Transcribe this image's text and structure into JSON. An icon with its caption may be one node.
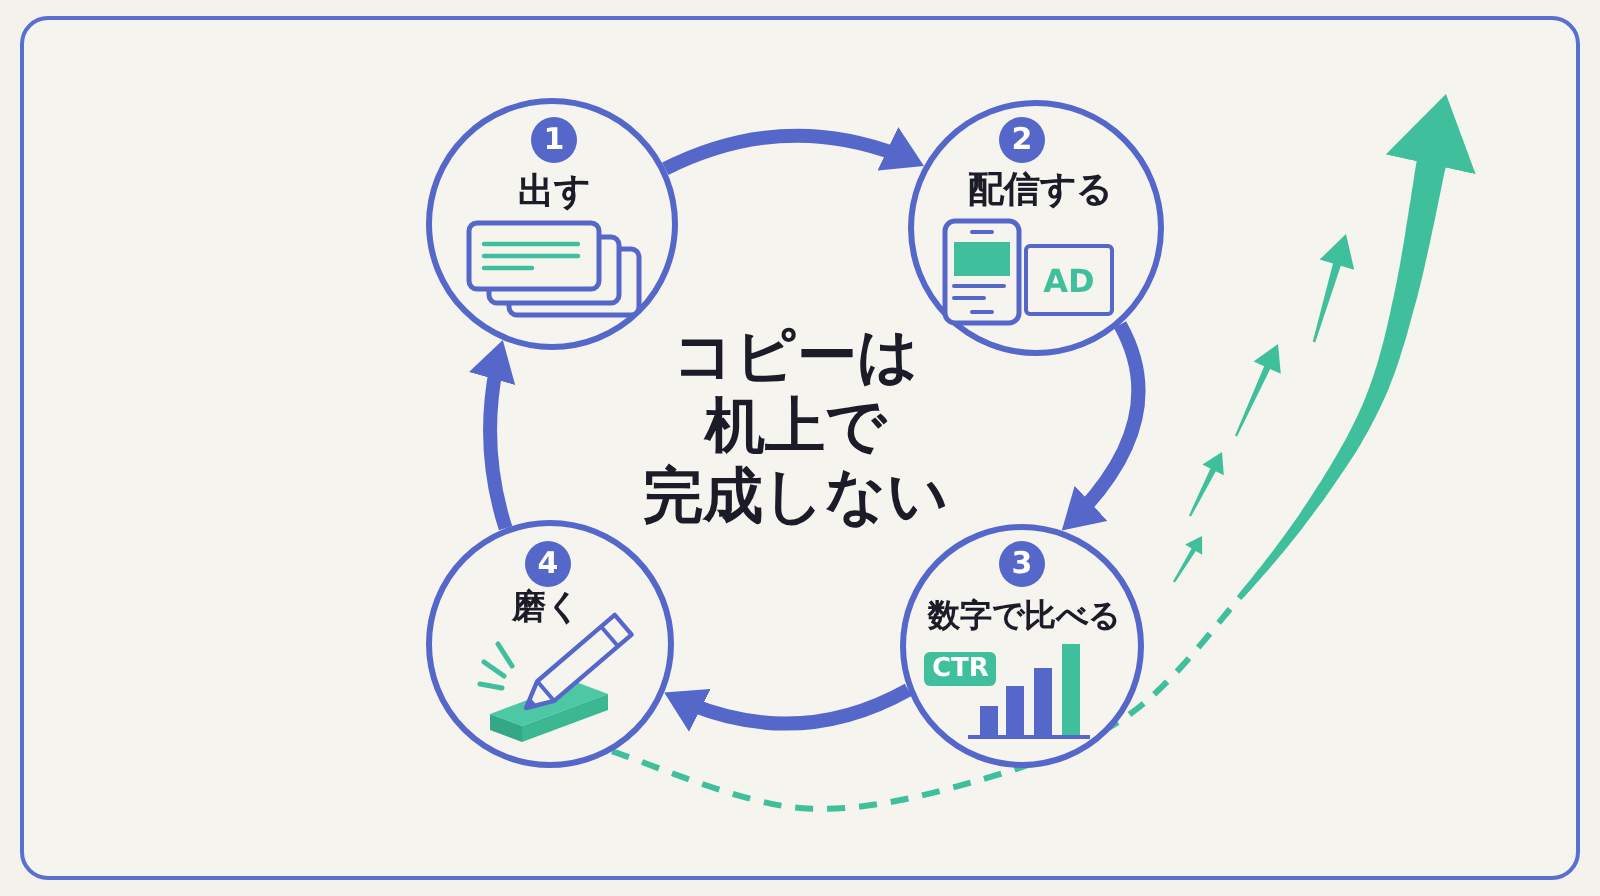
{
  "diagram": {
    "title": "コピーは机上で完成しない",
    "nodes": [
      {
        "text": [
          "1",
          "出す"
        ]
      },
      {
        "text": [
          "2",
          "配信する",
          "AD"
        ]
      },
      {
        "text": [
          "3",
          "数字で比べる",
          "CTR"
        ]
      },
      {
        "text": [
          "4",
          "磨く"
        ]
      }
    ],
    "edges": [
      {
        "from": 0,
        "to": 1,
        "arrow": "to"
      },
      {
        "from": 1,
        "to": 2,
        "arrow": "to"
      },
      {
        "from": 2,
        "to": 3,
        "arrow": "to"
      },
      {
        "from": 3,
        "to": 0,
        "arrow": "to"
      },
      {
        "from": 3,
        "to": null,
        "arrow": "to",
        "style": "dashed",
        "color": "#3fbf9b"
      }
    ]
  }
}
